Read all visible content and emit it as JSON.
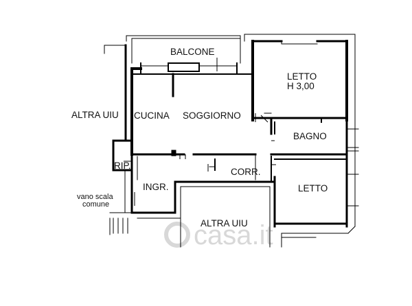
{
  "labels": {
    "balcone": "BALCONE",
    "letto_top": "LETTO",
    "height": "H 3,00",
    "altra_left": "ALTRA UIU",
    "cucina": "CUCINA",
    "soggiorno": "SOGGIORNO",
    "bagno": "BAGNO",
    "rip": "RIP.",
    "corr": "CORR.",
    "ingr": "INGR.",
    "letto_bottom": "LETTO",
    "vano_line1": "vano scala",
    "vano_line2": "comune",
    "altra_bottom": "ALTRA UIU"
  },
  "watermark": "casa.it"
}
